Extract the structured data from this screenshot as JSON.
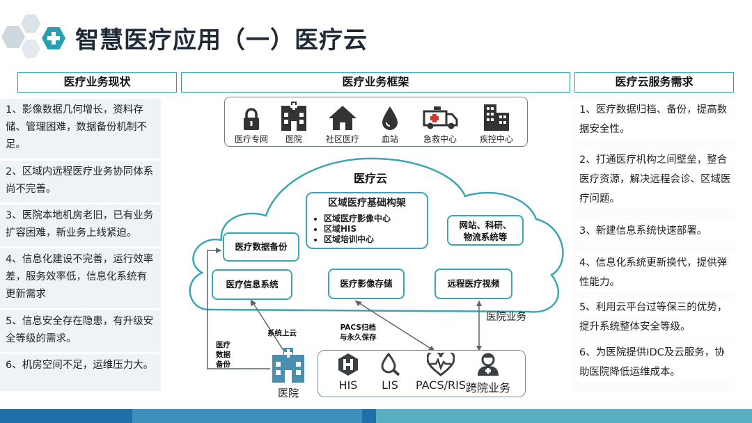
{
  "title": "智慧医疗应用（一）医疗云",
  "headers": {
    "left": "医疗业务现状",
    "center": "医疗业务框架",
    "right": "医疗云服务需求"
  },
  "left_items": [
    "1、影像数据几何增长，资料存储、管理困难，数据备份机制不足。",
    "2、区域内远程医疗业务协同体系尚不完善。",
    "3、医院本地机房老旧，已有业务扩容困难，新业务上线紧迫。",
    "4、信息化建设不完善，运行效率差，服务效率低，信息化系统有更新需求",
    "5、信息安全存在隐患，有升级安全等级的需求。",
    "6、机房空间不足，运维压力大。"
  ],
  "right_items": [
    "1、医疗数据归档、备份，提高数据安全性。",
    "2、打通医疗机构之间壁垒，整合医疗资源，解决远程会诊、区域医疗问题。",
    "3、新建信息系统快速部署。",
    "4、信息化系统更新换代，提供弹性能力。",
    "5、利用云平台过等保三的优势，提升系统整体安全等级。",
    "6、为医院提供IDC及云服务，协助医院降低运维成本。"
  ],
  "facilities": [
    {
      "label": "医疗专网",
      "icon": "lock-icon"
    },
    {
      "label": "医院",
      "icon": "hospital-building-icon"
    },
    {
      "label": "社区医疗",
      "icon": "house-icon"
    },
    {
      "label": "血站",
      "icon": "blood-drop-icon"
    },
    {
      "label": "急救中心",
      "icon": "ambulance-icon"
    },
    {
      "label": "疾控中心",
      "icon": "office-building-icon"
    }
  ],
  "cloud": {
    "title": "医疗云",
    "foundation_title": "区域医疗基础构架",
    "foundation_items": [
      "区域医疗影像中心",
      "区域HIS",
      "区域培训中心"
    ],
    "web_box": "网站、科研、\n物流系统等",
    "backup_box": "医疗数据备份",
    "info_box": "医疗信息系统",
    "image_box": "医疗影像存储",
    "video_box": "远程医疗视频"
  },
  "labels": {
    "hospital_business": "医院业务",
    "system_to_cloud": "系统上云",
    "pacs_archive": "PACS归档\n与永久保存",
    "data_backup": "医疗\n数据\n备份",
    "hospital": "医院"
  },
  "systems": [
    {
      "label": "HIS",
      "icon": "his-h-icon"
    },
    {
      "label": "LIS",
      "icon": "lis-search-icon"
    },
    {
      "label": "PACS/RIS",
      "icon": "heartbeat-icon"
    },
    {
      "label": "跨院业务",
      "icon": "doctor-icon"
    }
  ],
  "colors": {
    "accent": "#2a9fb0",
    "icon_dark": "#3a3f44",
    "icon_teal": "#4a8fb0",
    "bar_blue": "#1f6fa8",
    "bar_teal": "#5aaec1"
  }
}
